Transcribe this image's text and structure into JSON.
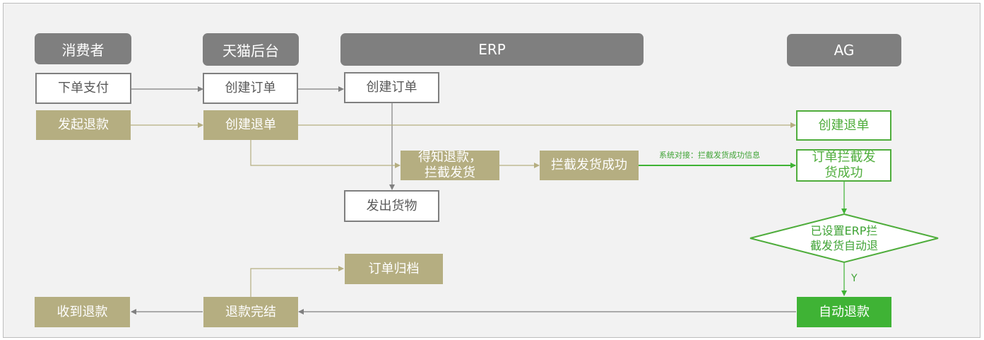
{
  "lanes": {
    "consumer": "消费者",
    "tmall": "天猫后台",
    "erp": "ERP",
    "ag": "AG"
  },
  "nodes": {
    "place_order": "下单支付",
    "tmall_create_order": "创建订单",
    "erp_create_order": "创建订单",
    "initiate_refund": "发起退款",
    "tmall_create_refund": "创建退单",
    "ag_create_refund": "创建退单",
    "notify_intercept_line1": "得知退款，",
    "notify_intercept_line2": "拦截发货",
    "intercept_success": "拦截发货成功",
    "order_intercept_line1": "订单拦截发",
    "order_intercept_line2": "货成功",
    "ship_goods": "发出货物",
    "decision_line1": "已设置ERP拦",
    "decision_line2": "截发货自动退",
    "archive_order": "订单归档",
    "receive_refund": "收到退款",
    "refund_complete": "退款完结",
    "auto_refund": "自动退款"
  },
  "edges": {
    "system_dock_label": "系统对接：拦截发货成功信息",
    "yes_label": "Y"
  },
  "colors": {
    "lane": "#7f7f7f",
    "olive": "#b5ae81",
    "green": "#3fb335",
    "gray_outline": "#7f7f7f"
  }
}
